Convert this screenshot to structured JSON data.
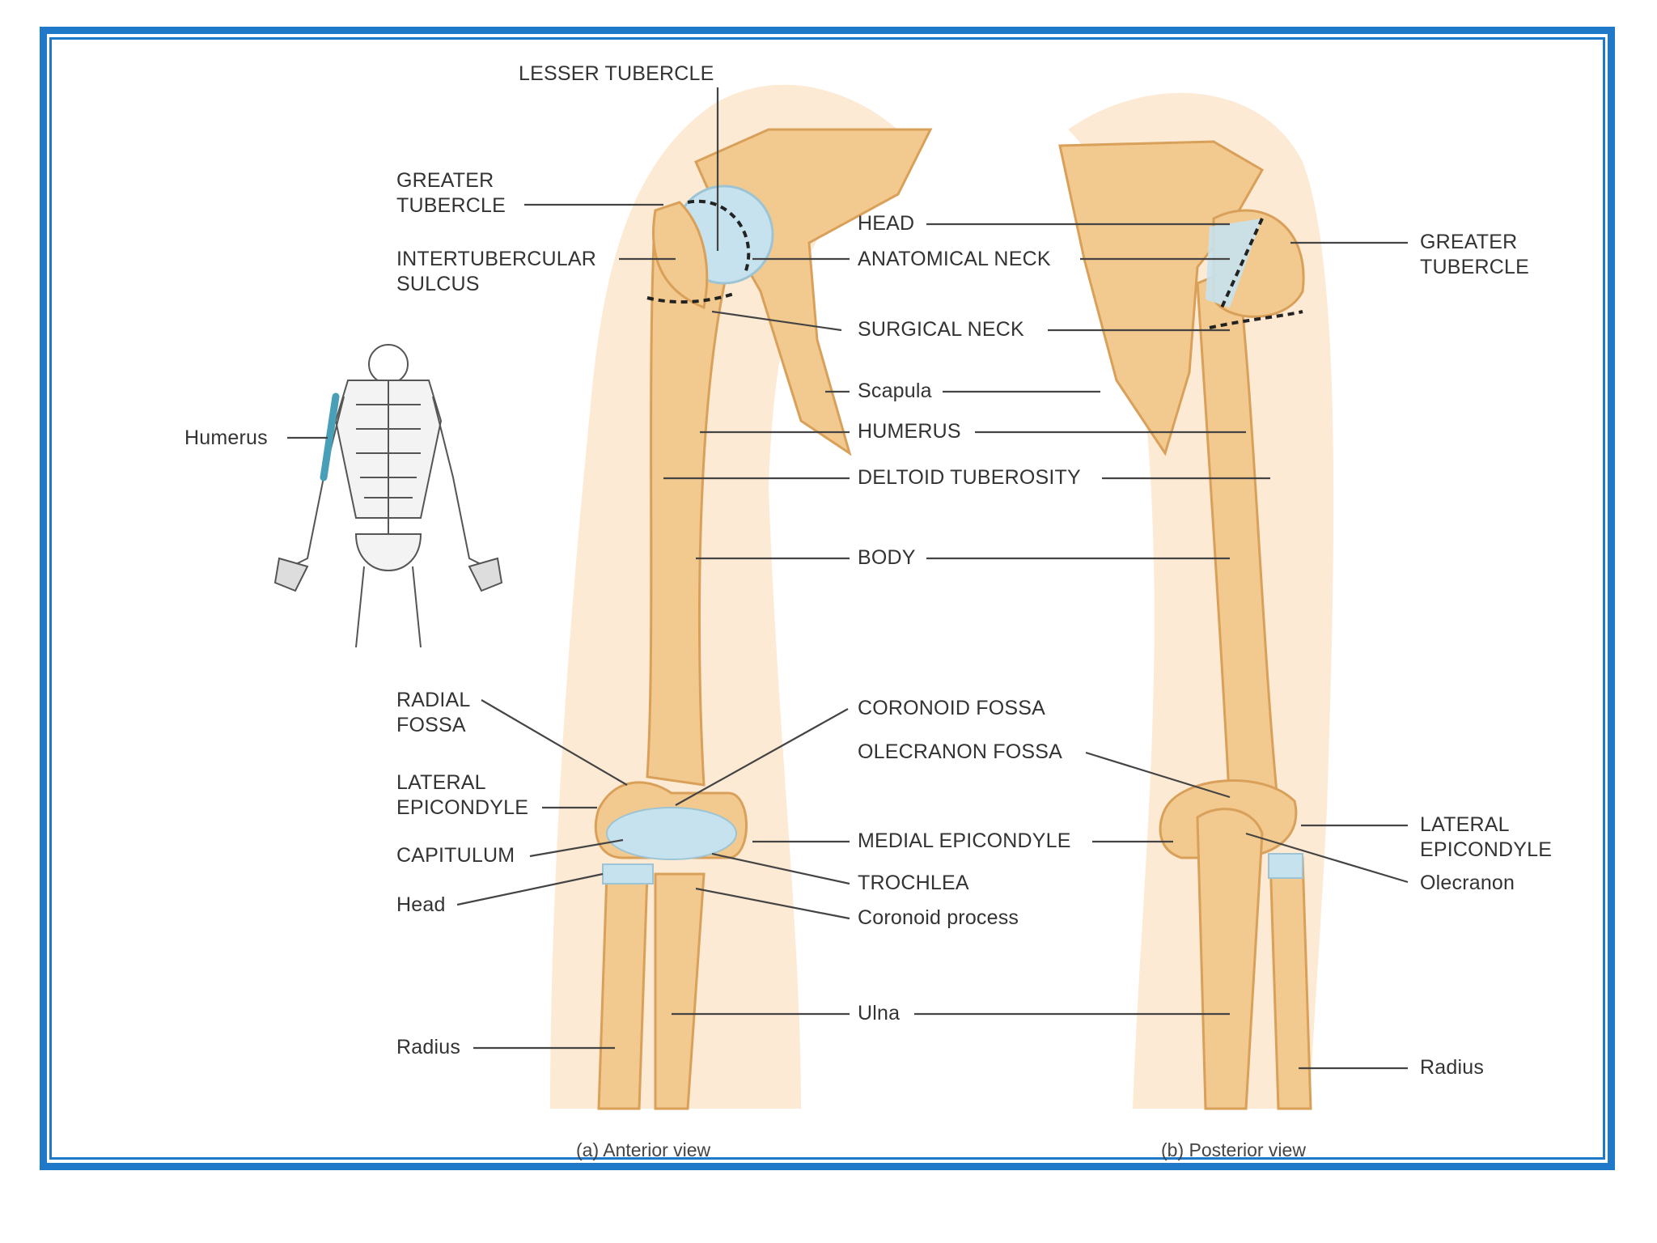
{
  "labels": {
    "lesser_tubercle": "LESSER TUBERCLE",
    "greater_tubercle_left": "GREATER\nTUBERCLE",
    "intertubercular_sulcus": "INTERTUBERCULAR\nSULCUS",
    "head": "HEAD",
    "anatomical_neck": "ANATOMICAL NECK",
    "greater_tubercle_right": "GREATER\nTUBERCLE",
    "surgical_neck": "SURGICAL NECK",
    "scapula": "Scapula",
    "humerus_inset": "Humerus",
    "humerus": "HUMERUS",
    "deltoid_tuberosity": "DELTOID TUBEROSITY",
    "body": "BODY",
    "radial_fossa": "RADIAL\nFOSSA",
    "coronoid_fossa": "CORONOID FOSSA",
    "olecranon_fossa": "OLECRANON FOSSA",
    "lateral_epicondyle_left": "LATERAL\nEPICONDYLE",
    "medial_epicondyle": "MEDIAL EPICONDYLE",
    "lateral_epicondyle_right": "LATERAL\nEPICONDYLE",
    "capitulum": "CAPITULUM",
    "trochlea": "TROCHLEA",
    "olecranon": "Olecranon",
    "head_radius": "Head",
    "coronoid_process": "Coronoid process",
    "ulna": "Ulna",
    "radius_left": "Radius",
    "radius_right": "Radius"
  },
  "captions": {
    "anterior": "(a) Anterior view",
    "posterior": "(b) Posterior view"
  },
  "colors": {
    "frame": "#1f78c8",
    "bone": "#f2c98e",
    "bone_shadow": "#d9a05a",
    "skin": "#fbe6cc",
    "cartilage": "#c6e2ee",
    "leader": "#444444"
  }
}
